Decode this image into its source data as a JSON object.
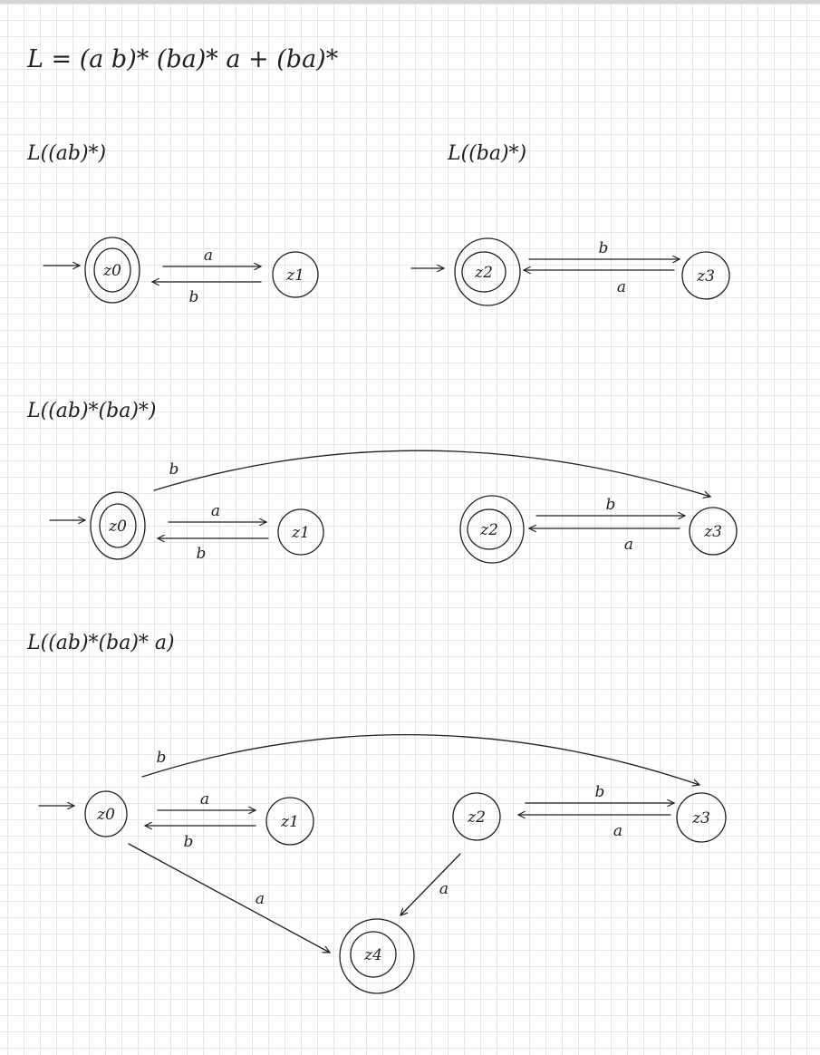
{
  "language_definition": "L = (a b)* (ba)* a + (ba)*",
  "sections": [
    {
      "title": "L((ab)*)"
    },
    {
      "title": "L((ba)*)"
    },
    {
      "title": "L((ab)*(ba)*)"
    },
    {
      "title": "L((ab)*(ba)* a)"
    }
  ],
  "states": {
    "z0": "z0",
    "z1": "z1",
    "z2": "z2",
    "z3": "z3",
    "z4": "z4"
  },
  "symbols": {
    "a": "a",
    "b": "b"
  },
  "automata": [
    {
      "section": 0,
      "start": "z0",
      "accepting": [
        "z0"
      ],
      "transitions": [
        {
          "from": "z0",
          "to": "z1",
          "label": "a"
        },
        {
          "from": "z1",
          "to": "z0",
          "label": "b"
        }
      ]
    },
    {
      "section": 1,
      "start": "z2",
      "accepting": [
        "z2"
      ],
      "transitions": [
        {
          "from": "z2",
          "to": "z3",
          "label": "b"
        },
        {
          "from": "z3",
          "to": "z2",
          "label": "a"
        }
      ]
    },
    {
      "section": 2,
      "start": "z0",
      "accepting": [
        "z0",
        "z2"
      ],
      "transitions": [
        {
          "from": "z0",
          "to": "z1",
          "label": "a"
        },
        {
          "from": "z1",
          "to": "z0",
          "label": "b"
        },
        {
          "from": "z0",
          "to": "z3",
          "label": "b"
        },
        {
          "from": "z2",
          "to": "z3",
          "label": "b"
        },
        {
          "from": "z3",
          "to": "z2",
          "label": "a"
        }
      ]
    },
    {
      "section": 3,
      "start": "z0",
      "accepting": [
        "z4"
      ],
      "transitions": [
        {
          "from": "z0",
          "to": "z1",
          "label": "a"
        },
        {
          "from": "z1",
          "to": "z0",
          "label": "b"
        },
        {
          "from": "z0",
          "to": "z3",
          "label": "b"
        },
        {
          "from": "z2",
          "to": "z3",
          "label": "b"
        },
        {
          "from": "z3",
          "to": "z2",
          "label": "a"
        },
        {
          "from": "z0",
          "to": "z4",
          "label": "a"
        },
        {
          "from": "z2",
          "to": "z4",
          "label": "a"
        }
      ]
    }
  ],
  "colors": {
    "ink": "#1f1f1f",
    "grid": "#e6e6e6",
    "paper": "#ffffff"
  }
}
